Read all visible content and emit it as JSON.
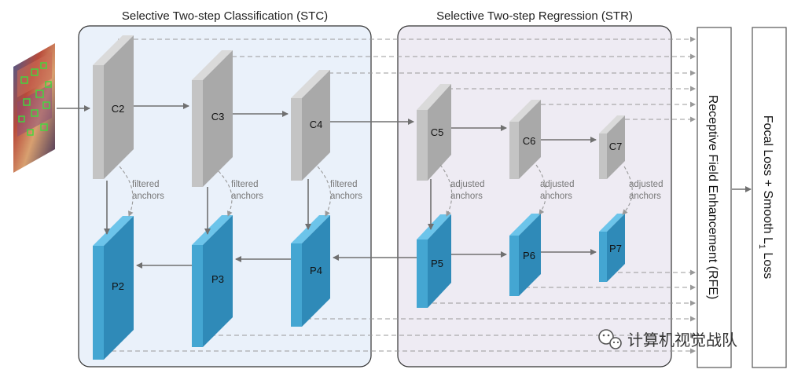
{
  "panels": {
    "stc_title": "Selective Two-step Classification (STC)",
    "str_title": "Selective Two-step Regression (STR)"
  },
  "layers": {
    "c": [
      "C2",
      "C3",
      "C4",
      "C5",
      "C6",
      "C7"
    ],
    "p": [
      "P2",
      "P3",
      "P4",
      "P5",
      "P6",
      "P7"
    ]
  },
  "annotations": {
    "filtered": [
      "filtered",
      "anchors"
    ],
    "adjusted": [
      "adjusted",
      "anchors"
    ]
  },
  "side_boxes": {
    "rfe_label": "Receptive Field Enhancement (RFE)",
    "loss_label_part1": "Focal Loss  +  Smooth L",
    "loss_label_sub": "1",
    "loss_label_part2": " Loss"
  },
  "watermark": "计算机视觉战队",
  "colors": {
    "stc_bg": "#eaf1fa",
    "str_bg": "#eeebf3",
    "c_front": "#c4c4c4",
    "c_side": "#a9a9a9",
    "c_top": "#dadada",
    "p_front": "#44a6d2",
    "p_side": "#2f8ab8",
    "p_top": "#6cc4ea",
    "arrow": "#707070",
    "dashed": "#999999"
  }
}
